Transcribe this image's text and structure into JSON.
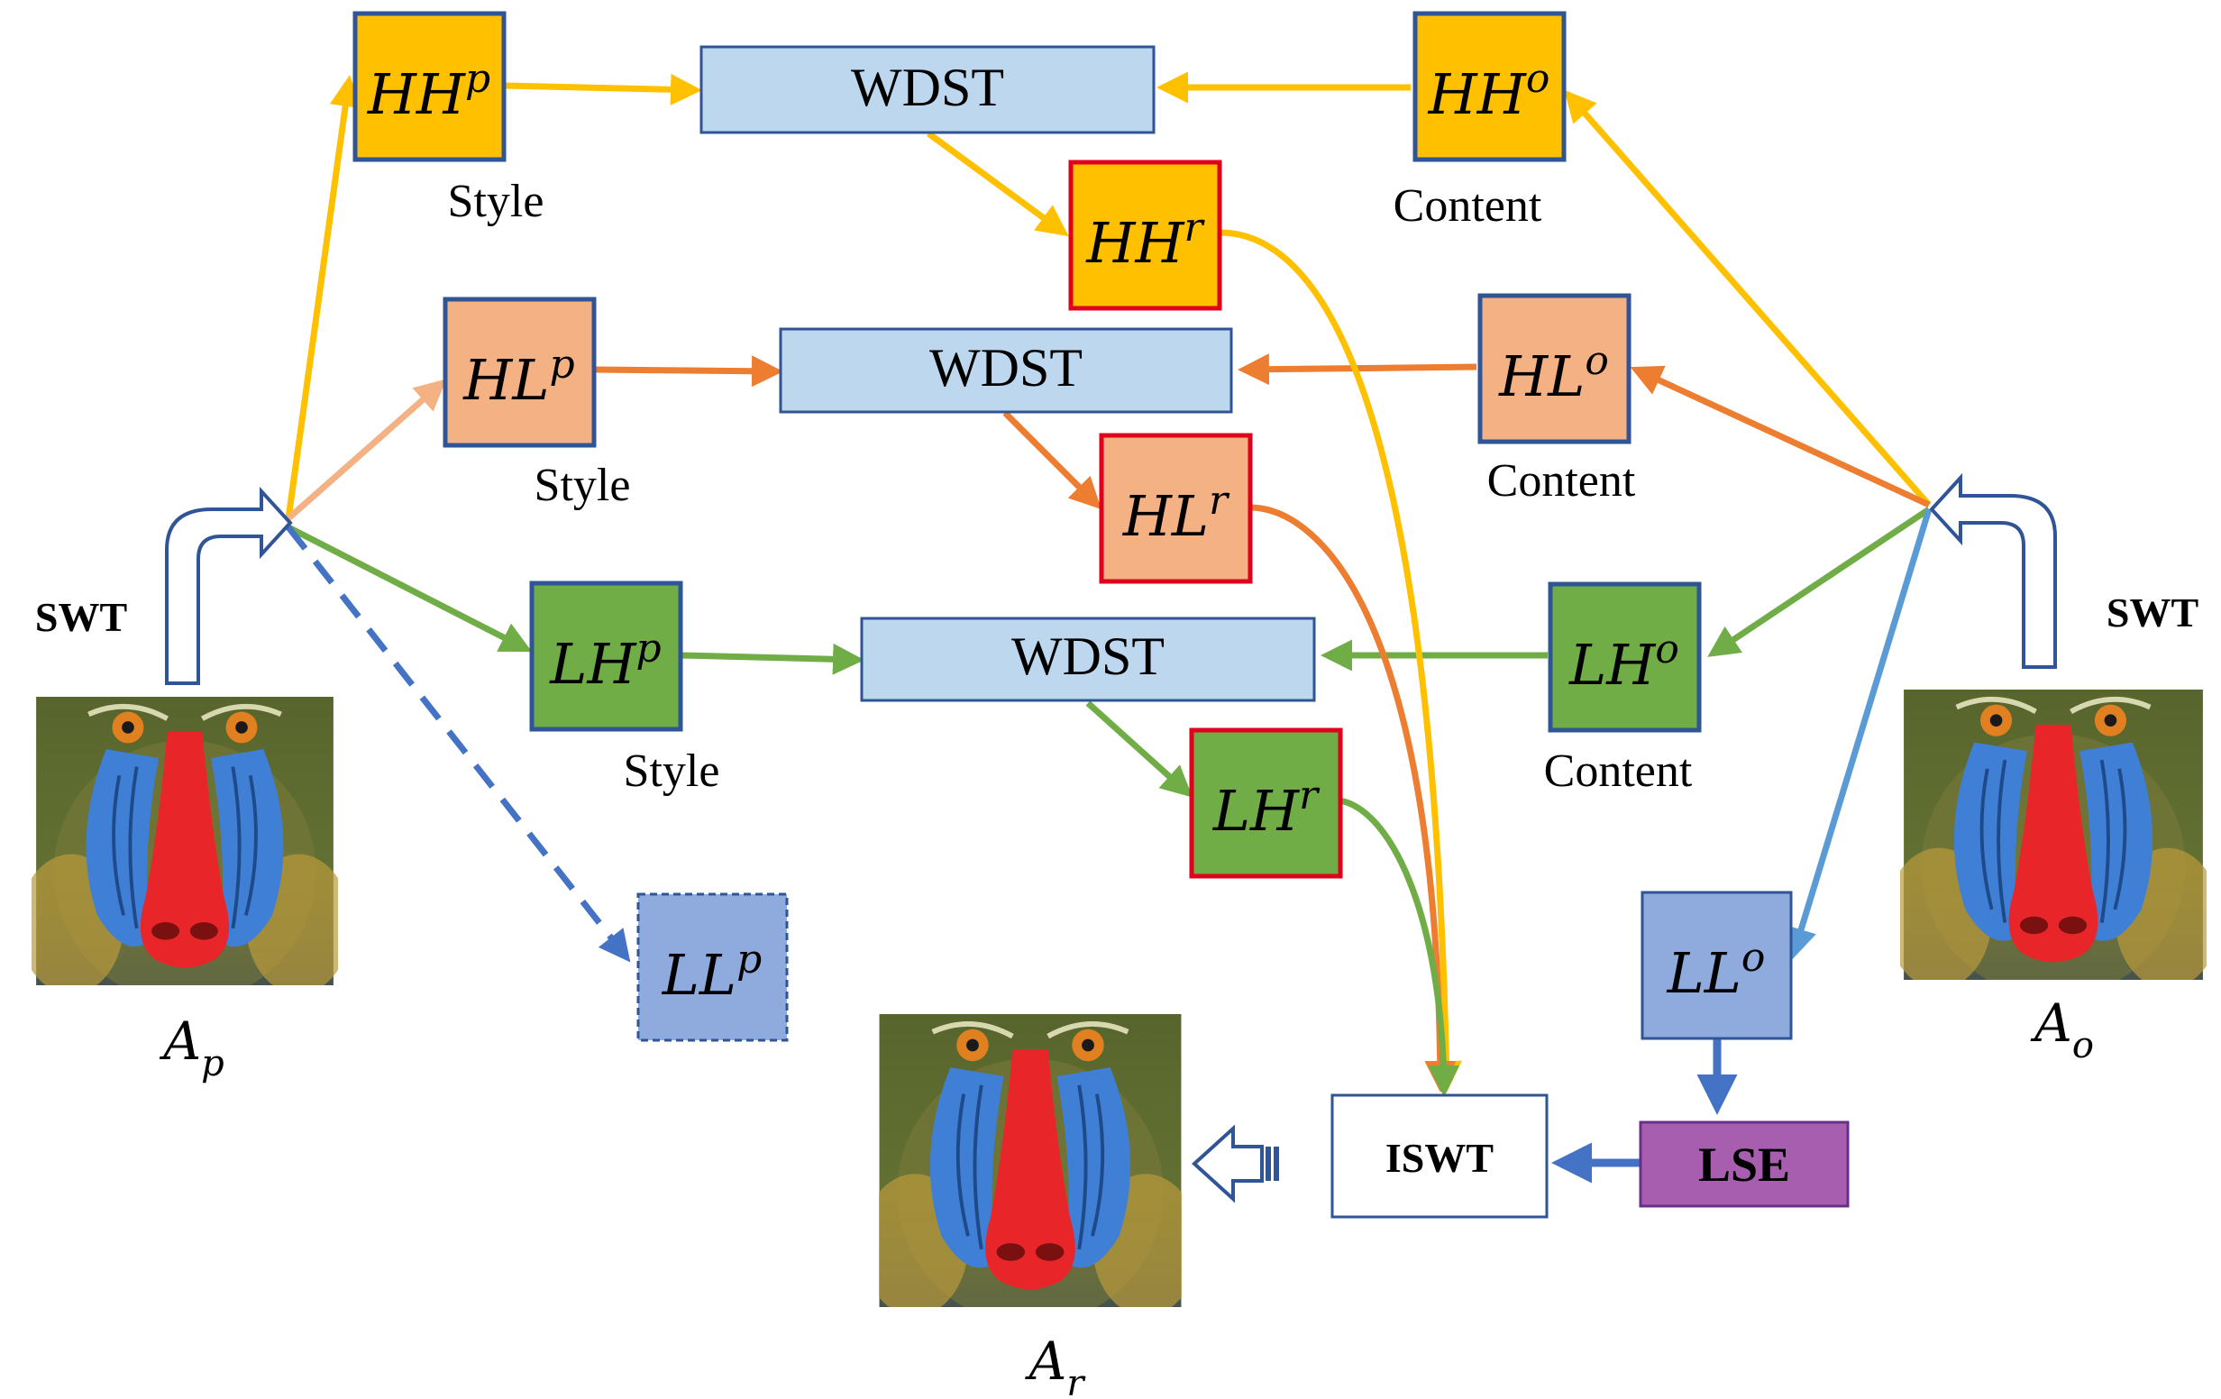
{
  "colors": {
    "hh_fill": "#FFC000",
    "hl_fill": "#F4B183",
    "lh_fill": "#70AD47",
    "ll_fill": "#8FAADC",
    "wdst_fill": "#BDD7EE",
    "lse_fill": "#A75EAE",
    "hh_arrow": "#FFC000",
    "hl_arrow": "#ED7D31",
    "hl_arrow_light": "#F4B183",
    "lh_arrow": "#70AD47",
    "ll_arrow": "#4472C4",
    "ll_arrow_light": "#5B9BD5",
    "box_border": "#2F5597",
    "result_border": "#E0001B"
  },
  "left_column": {
    "transform_label": "SWT",
    "image_name": "baboon-image",
    "image_label": {
      "base": "A",
      "sub": "p"
    },
    "bands": [
      {
        "id": "HH",
        "base": "HH",
        "sup": "p",
        "role": "Style"
      },
      {
        "id": "HL",
        "base": "HL",
        "sup": "p",
        "role": "Style"
      },
      {
        "id": "LH",
        "base": "LH",
        "sup": "p",
        "role": "Style"
      },
      {
        "id": "LL",
        "base": "LL",
        "sup": "p",
        "role": ""
      }
    ]
  },
  "right_column": {
    "transform_label": "SWT",
    "image_name": "baboon-image",
    "image_label": {
      "base": "A",
      "sub": "o"
    },
    "bands": [
      {
        "id": "HH",
        "base": "HH",
        "sup": "o",
        "role": "Content"
      },
      {
        "id": "HL",
        "base": "HL",
        "sup": "o",
        "role": "Content"
      },
      {
        "id": "LH",
        "base": "LH",
        "sup": "o",
        "role": "Content"
      },
      {
        "id": "LL",
        "base": "LL",
        "sup": "o",
        "role": ""
      }
    ]
  },
  "wdst_blocks": [
    {
      "label": "WDST"
    },
    {
      "label": "WDST"
    },
    {
      "label": "WDST"
    }
  ],
  "results": [
    {
      "base": "HH",
      "sup": "r"
    },
    {
      "base": "HL",
      "sup": "r"
    },
    {
      "base": "LH",
      "sup": "r"
    }
  ],
  "lse": {
    "label": "LSE"
  },
  "iswt": {
    "label": "ISWT"
  },
  "output": {
    "image_name": "baboon-image",
    "image_label": {
      "base": "A",
      "sub": "r"
    }
  }
}
